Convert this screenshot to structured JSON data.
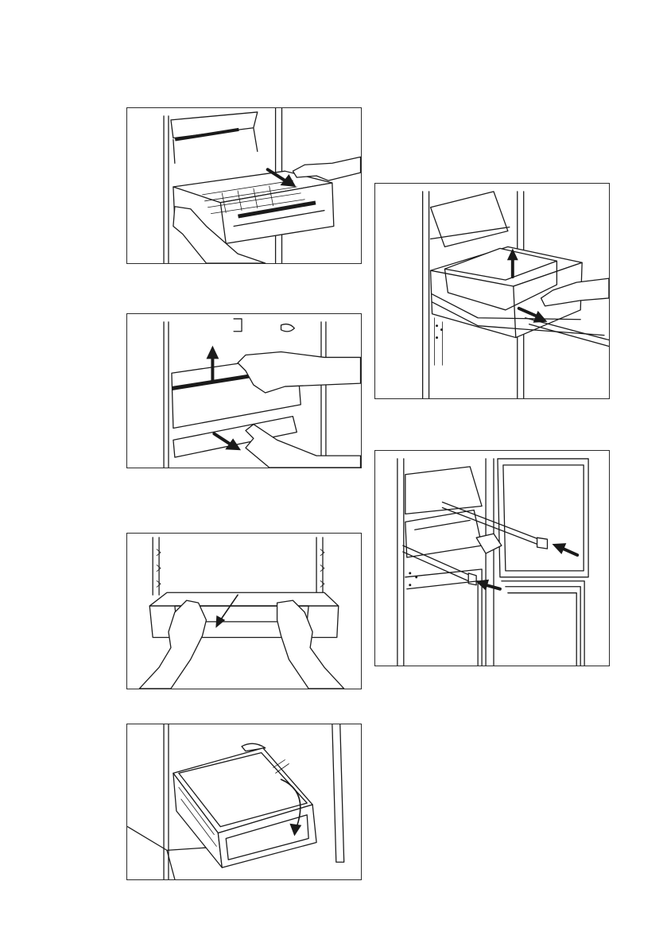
{
  "page": {
    "background": "#ffffff",
    "line_color": "#1a1a1a"
  },
  "figures": [
    {
      "id": "fig-1",
      "subject": "pull-out-freezer-basket",
      "icon": "arrow-out-icon"
    },
    {
      "id": "fig-2",
      "subject": "lift-and-remove-glass-shelf",
      "icon": "arrow-up-icon"
    },
    {
      "id": "fig-3",
      "subject": "pull-out-drawer-cover",
      "icon": "arrow-out-icon"
    },
    {
      "id": "fig-4",
      "subject": "rotate-drawer-out",
      "icon": "rotate-arrow-icon"
    },
    {
      "id": "fig-5",
      "subject": "lift-basket-off-rails",
      "icon": "arrow-up-icon"
    },
    {
      "id": "fig-6",
      "subject": "push-in-telescopic-rails",
      "icon": "arrow-in-icon"
    }
  ]
}
